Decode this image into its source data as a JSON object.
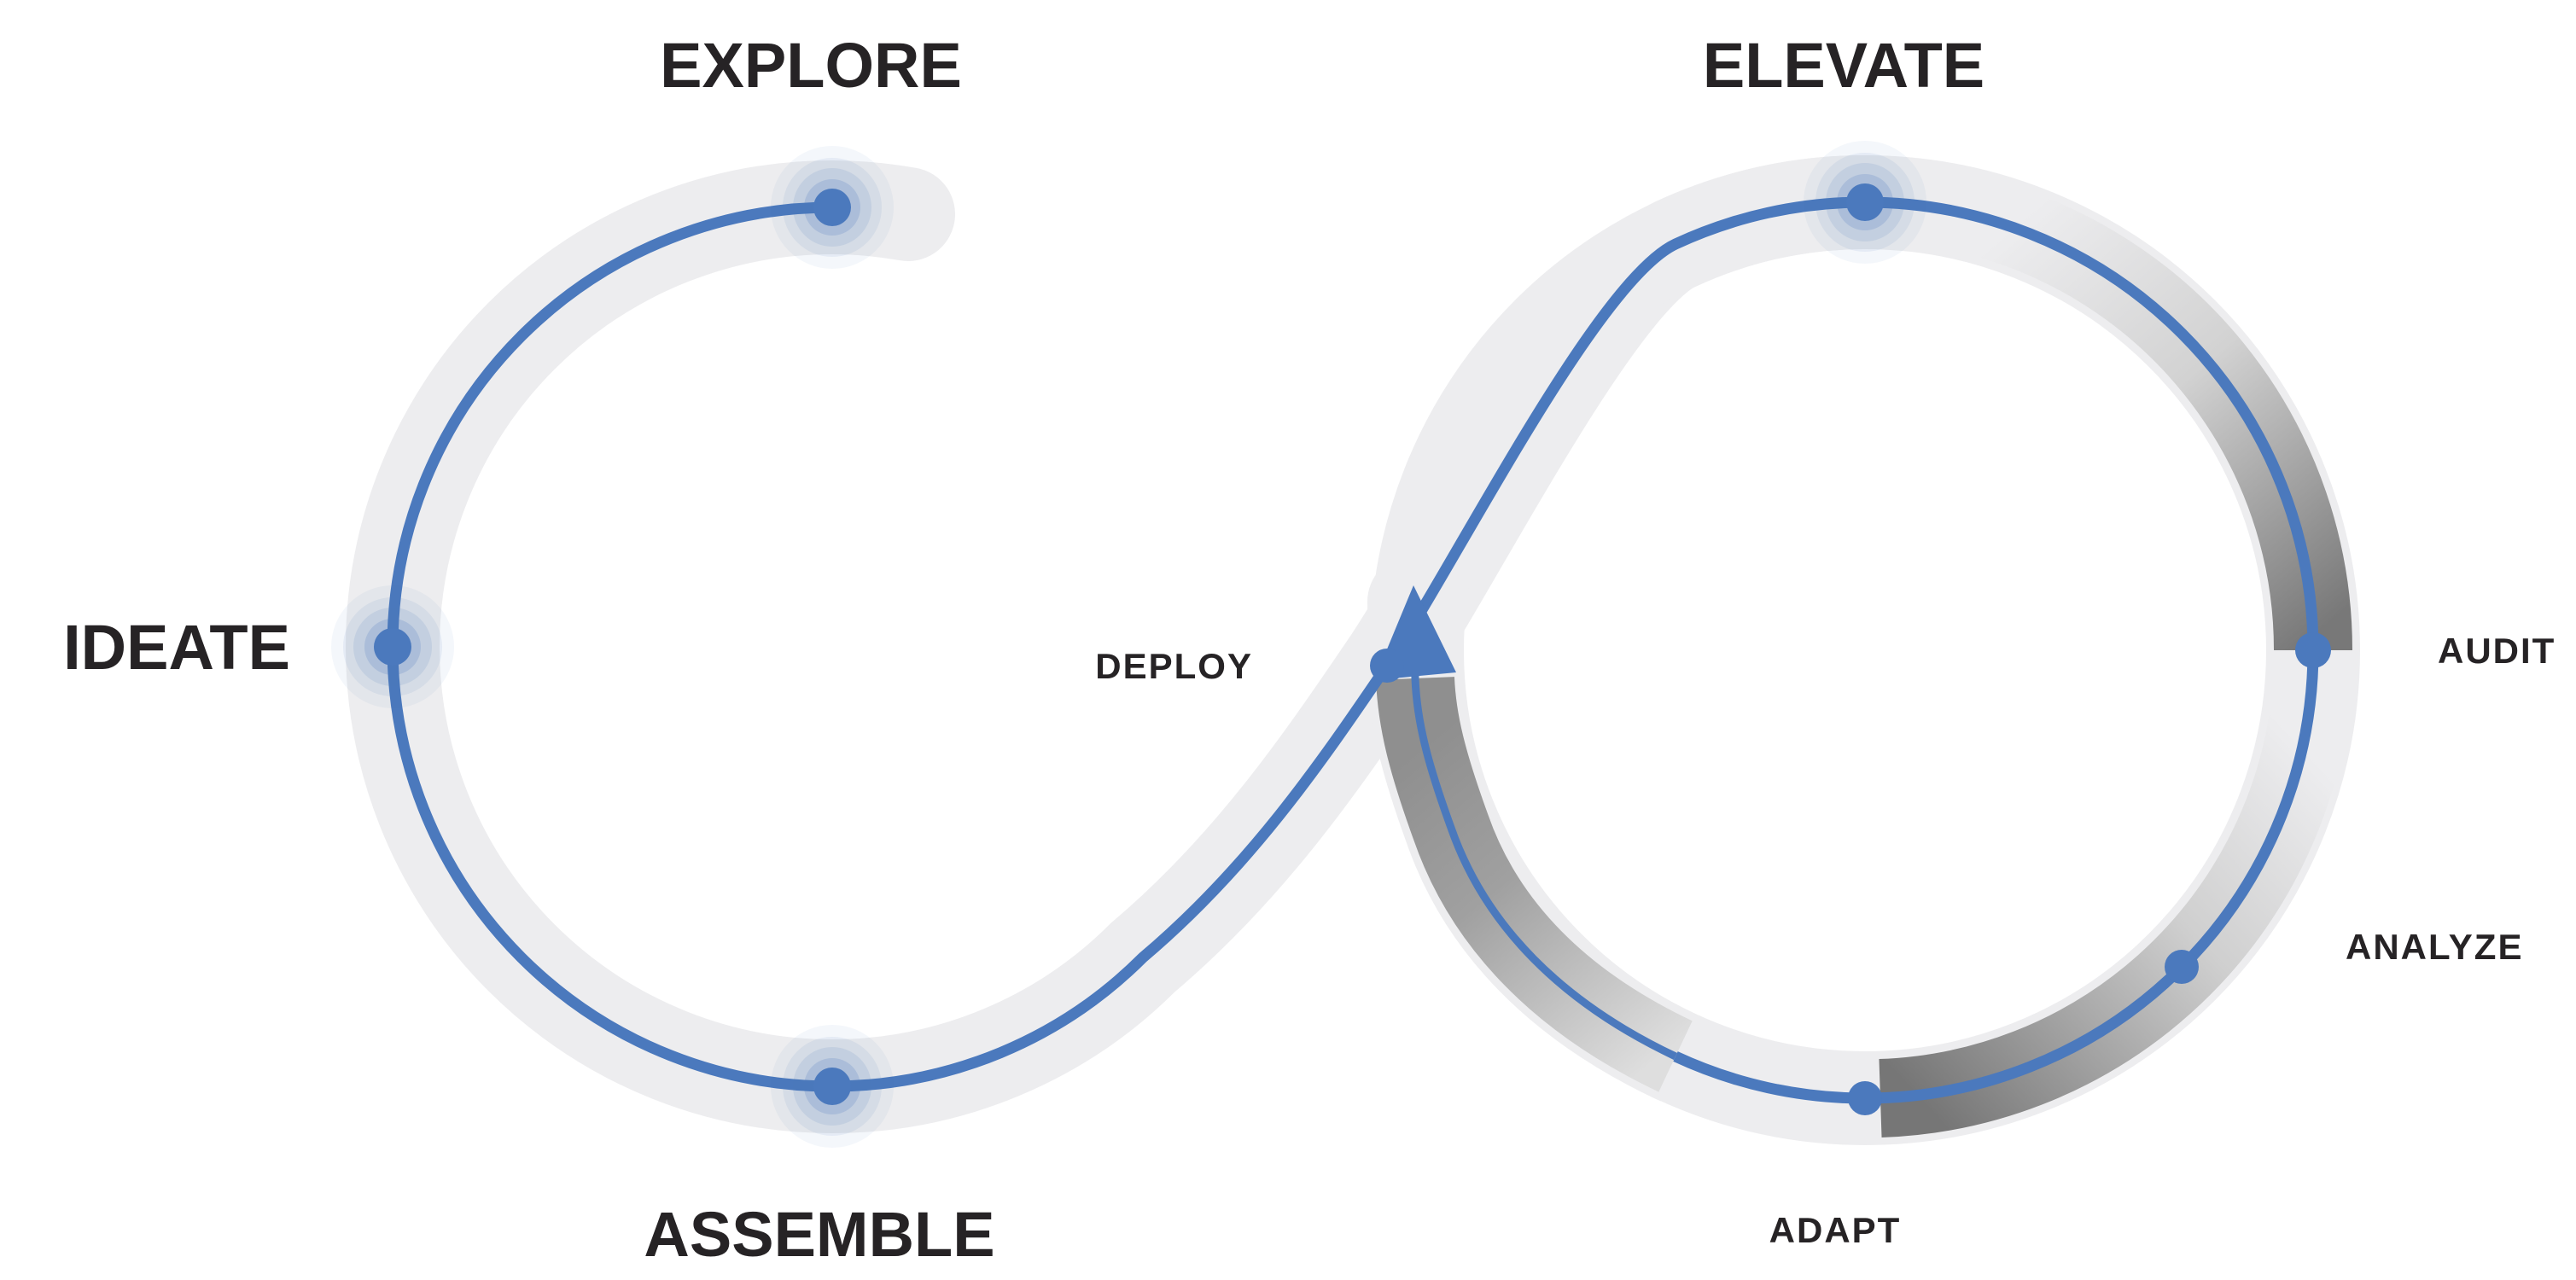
{
  "diagram": {
    "stages": {
      "explore": {
        "label": "EXPLORE"
      },
      "ideate": {
        "label": "IDEATE"
      },
      "assemble": {
        "label": "ASSEMBLE"
      },
      "deploy": {
        "label": "DEPLOY"
      },
      "elevate": {
        "label": "ELEVATE"
      },
      "audit": {
        "label": "AUDIT"
      },
      "analyze": {
        "label": "ANALYZE"
      },
      "adapt": {
        "label": "ADAPT"
      }
    },
    "colors": {
      "accent_blue": "#4b79bd",
      "track_light": "#ededef",
      "track_gradient_dark": "#787878",
      "label_text": "#262325",
      "background": "#ffffff"
    }
  }
}
